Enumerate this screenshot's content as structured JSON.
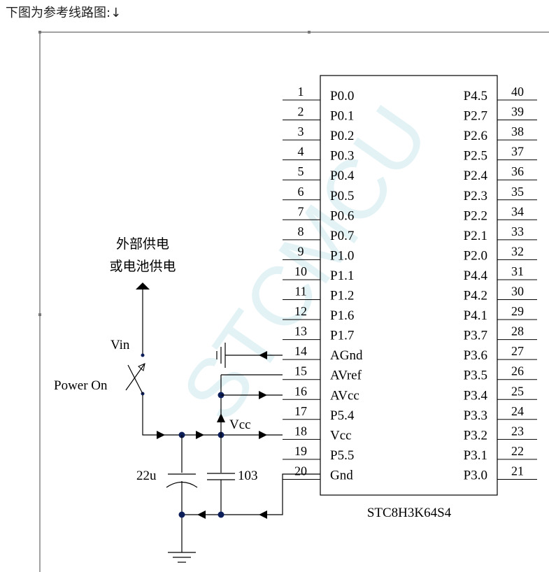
{
  "caption": "下图为参考线路图:↓",
  "watermark": "STCMCU",
  "chip": {
    "name": "STC8H3K64S4",
    "left_pins": [
      {
        "num": "1",
        "label": "P0.0"
      },
      {
        "num": "2",
        "label": "P0.1"
      },
      {
        "num": "3",
        "label": "P0.2"
      },
      {
        "num": "4",
        "label": "P0.3"
      },
      {
        "num": "5",
        "label": "P0.4"
      },
      {
        "num": "6",
        "label": "P0.5"
      },
      {
        "num": "7",
        "label": "P0.6"
      },
      {
        "num": "8",
        "label": "P0.7"
      },
      {
        "num": "9",
        "label": "P1.0"
      },
      {
        "num": "10",
        "label": "P1.1"
      },
      {
        "num": "11",
        "label": "P1.2"
      },
      {
        "num": "12",
        "label": "P1.6"
      },
      {
        "num": "13",
        "label": "P1.7"
      },
      {
        "num": "14",
        "label": "AGnd"
      },
      {
        "num": "15",
        "label": "AVref"
      },
      {
        "num": "16",
        "label": "AVcc"
      },
      {
        "num": "17",
        "label": "P5.4"
      },
      {
        "num": "18",
        "label": "Vcc"
      },
      {
        "num": "19",
        "label": "P5.5"
      },
      {
        "num": "20",
        "label": "Gnd"
      }
    ],
    "right_pins": [
      {
        "num": "40",
        "label": "P4.5"
      },
      {
        "num": "39",
        "label": "P2.7"
      },
      {
        "num": "38",
        "label": "P2.6"
      },
      {
        "num": "37",
        "label": "P2.5"
      },
      {
        "num": "36",
        "label": "P2.4"
      },
      {
        "num": "35",
        "label": "P2.3"
      },
      {
        "num": "34",
        "label": "P2.2"
      },
      {
        "num": "33",
        "label": "P2.1"
      },
      {
        "num": "32",
        "label": "P2.0"
      },
      {
        "num": "31",
        "label": "P4.4"
      },
      {
        "num": "30",
        "label": "P4.2"
      },
      {
        "num": "29",
        "label": "P4.1"
      },
      {
        "num": "28",
        "label": "P3.7"
      },
      {
        "num": "27",
        "label": "P3.6"
      },
      {
        "num": "26",
        "label": "P3.5"
      },
      {
        "num": "25",
        "label": "P3.4"
      },
      {
        "num": "24",
        "label": "P3.3"
      },
      {
        "num": "23",
        "label": "P3.2"
      },
      {
        "num": "22",
        "label": "P3.1"
      },
      {
        "num": "21",
        "label": "P3.0"
      }
    ]
  },
  "power": {
    "line1": "外部供电",
    "line2": "或电池供电",
    "vin": "Vin",
    "switch": "Power On",
    "vcc": "Vcc"
  },
  "caps": {
    "c1": "22u",
    "c2": "103"
  }
}
